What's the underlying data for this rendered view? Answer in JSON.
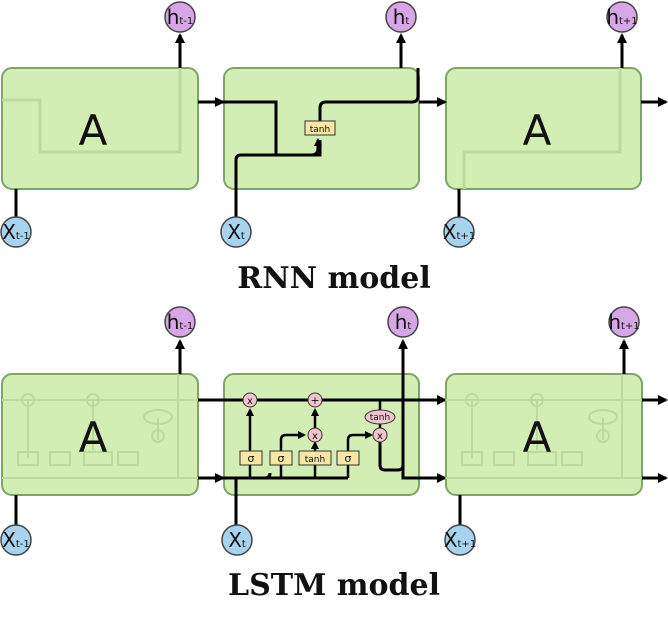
{
  "rnn": {
    "title": "RNN model",
    "cell_label": "A",
    "gate_label": "tanh",
    "outputs": [
      {
        "base": "h",
        "sub": "t-1"
      },
      {
        "base": "h",
        "sub": "t"
      },
      {
        "base": "h",
        "sub": "t+1"
      }
    ],
    "inputs": [
      {
        "base": "X",
        "sub": "t-1"
      },
      {
        "base": "X",
        "sub": "t"
      },
      {
        "base": "X",
        "sub": "t+1"
      }
    ]
  },
  "lstm": {
    "title": "LSTM model",
    "cell_label": "A",
    "gates": {
      "sigma1": "σ",
      "sigma2": "σ",
      "tanh_gate": "tanh",
      "sigma3": "σ",
      "tanh_out": "tanh"
    },
    "ops": {
      "forget_mult": "x",
      "add": "+",
      "input_mult": "x",
      "output_mult": "x"
    },
    "outputs": [
      {
        "base": "h",
        "sub": "t-1"
      },
      {
        "base": "h",
        "sub": "t"
      },
      {
        "base": "h",
        "sub": "t+1"
      }
    ],
    "inputs": [
      {
        "base": "X",
        "sub": "t-1"
      },
      {
        "base": "X",
        "sub": "t"
      },
      {
        "base": "X",
        "sub": "t+1"
      }
    ]
  },
  "colors": {
    "cell_fill": "#d3eeb4",
    "cell_stroke": "#7ea565",
    "output_node": "#d6a6e6",
    "input_node": "#a8d3ef",
    "gate_fill": "#f7e6a4",
    "op_fill": "#f2c4cf"
  }
}
